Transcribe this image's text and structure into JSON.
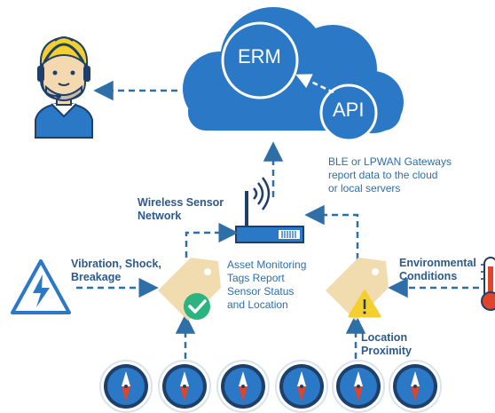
{
  "cloud": {
    "main_label": "ERM",
    "api_label": "API"
  },
  "gateway_note": "BLE or LPWAN Gateways\nreport data to the cloud\nor local servers",
  "wireless_label": "Wireless Sensor\nNetwork",
  "vibration_label": "Vibration, Shock,\nBreakage",
  "environmental_label": "Environmental\nConditions",
  "tags_label": "Asset Monitoring\nTags Report\nSensor Status\nand Location",
  "location_label": "Location\nProximity",
  "colors": {
    "cloud": "#2a78c6",
    "arrows": "#2f6fa8",
    "tag": "#f1dcb0",
    "check_badge": "#2db37f",
    "warning_badge": "#f4cf2d",
    "navy": "#1e3f6a",
    "compass_red": "#e0452b"
  },
  "icons": [
    "person-headset-icon",
    "cloud-icon",
    "router-icon",
    "electric-hazard-icon",
    "tag-check-icon",
    "tag-warning-icon",
    "thermometer-icon",
    "compass-icon"
  ],
  "compass_count": 6
}
